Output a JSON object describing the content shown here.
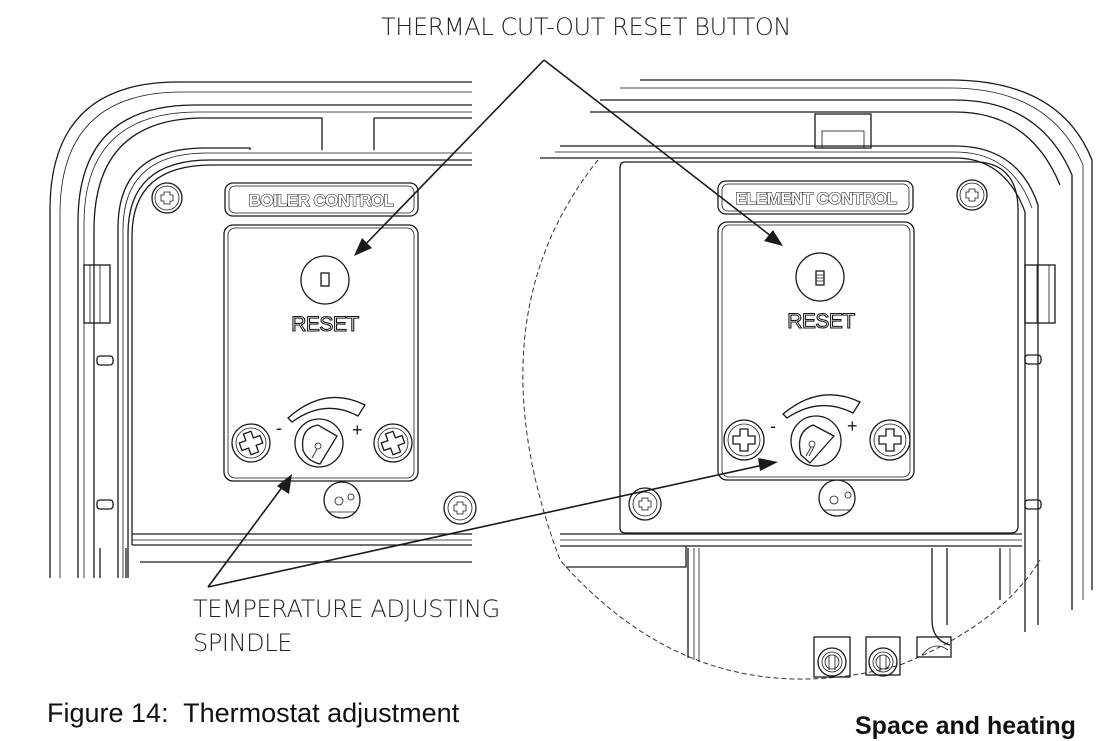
{
  "figure": {
    "caption": "Figure 14:  Thermostat adjustment",
    "section_heading": "Space and heating",
    "callouts": {
      "thermal_cutout": "THERMAL CUT-OUT RESET BUTTON",
      "temperature_spindle_line1": "TEMPERATURE ADJUSTING",
      "temperature_spindle_line2": "SPINDLE"
    },
    "panels": [
      {
        "id": "boiler",
        "label": "BOILER CONTROL",
        "reset_label": "RESET",
        "minus": "-",
        "plus": "+"
      },
      {
        "id": "element",
        "label": "ELEMENT CONTROL",
        "reset_label": "RESET",
        "minus": "-",
        "plus": "+"
      }
    ]
  }
}
